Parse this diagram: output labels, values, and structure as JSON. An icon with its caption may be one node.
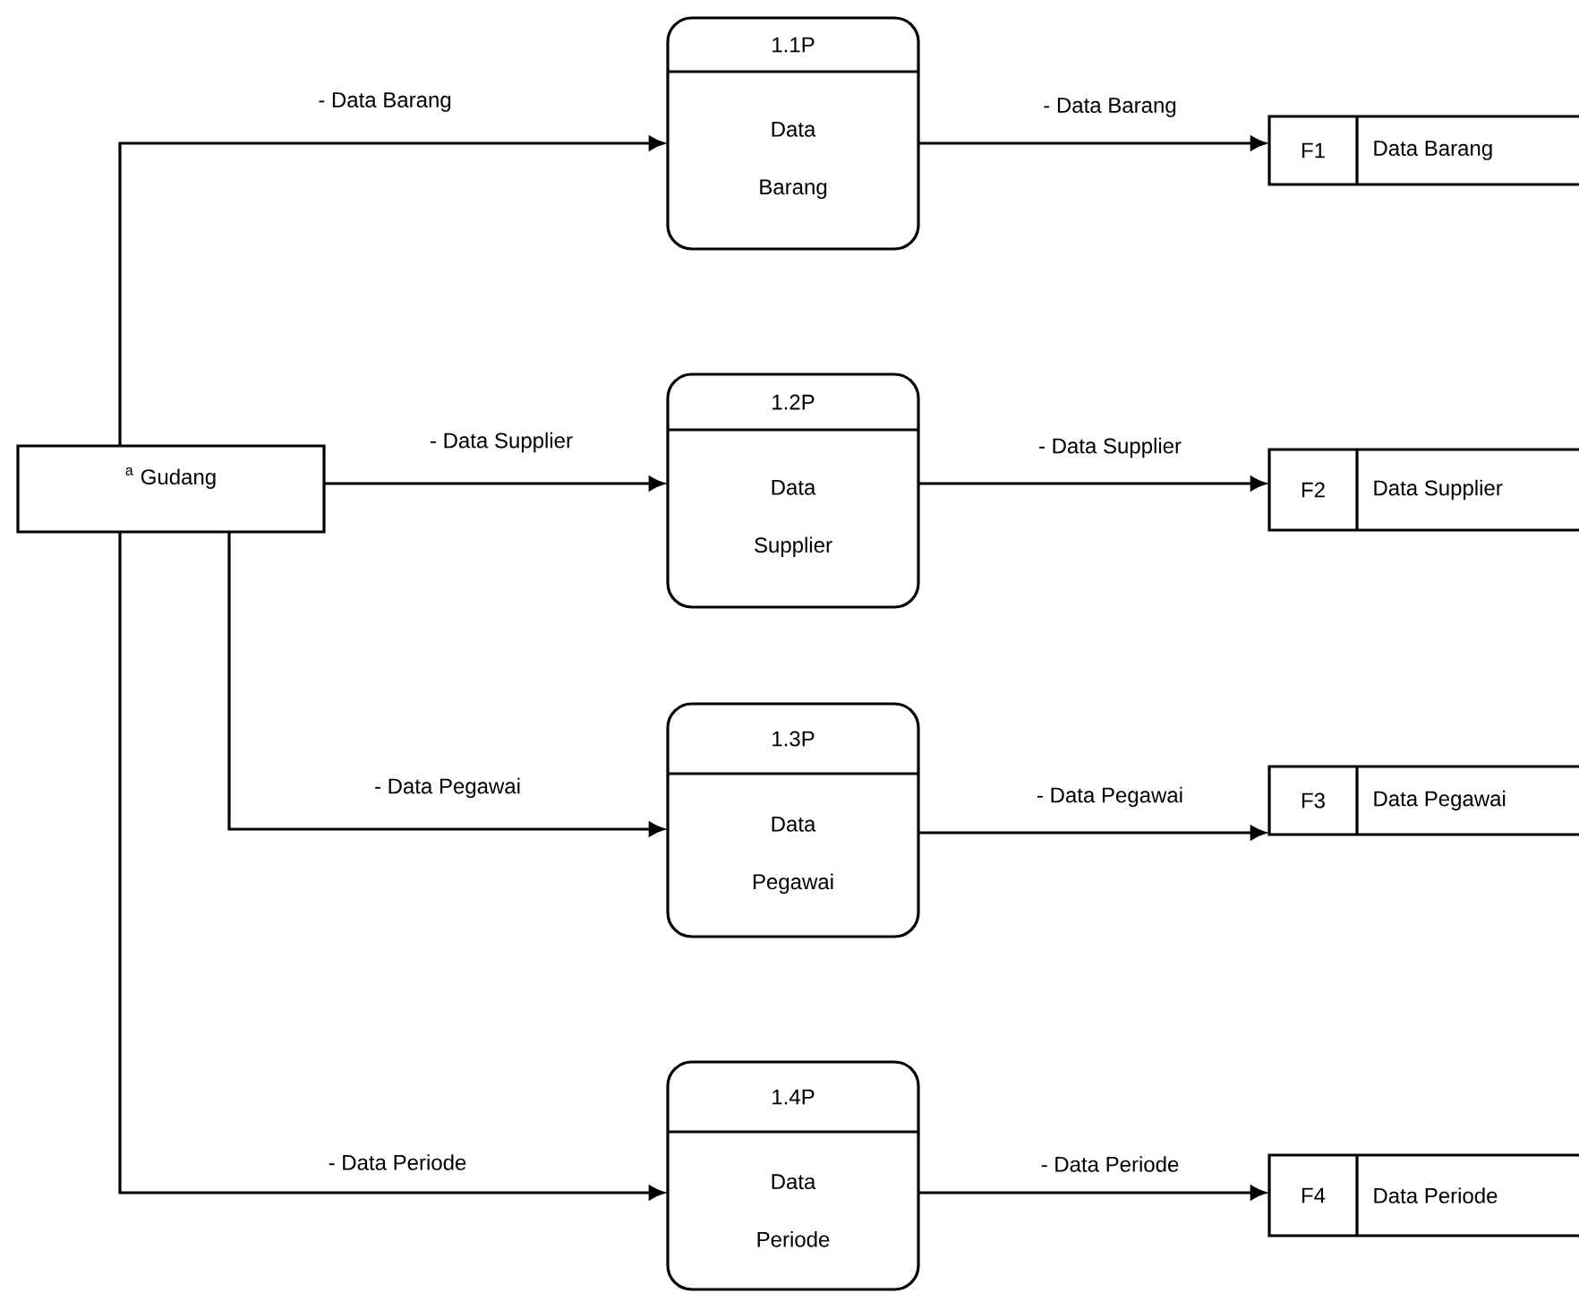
{
  "diagram": {
    "nodes": [
      {
        "text": [
          "$^{a}$ Gudang"
        ]
      },
      {
        "text": [
          "1.1P",
          "Data Barang"
        ]
      },
      {
        "text": [
          "1.2P",
          "Data Supplier"
        ]
      },
      {
        "text": [
          "1.3P",
          "Data Pegawai"
        ]
      },
      {
        "text": [
          "1.4P",
          "Data Periode"
        ]
      },
      {
        "text": [
          "F1",
          "Data Barang"
        ]
      },
      {
        "text": [
          "F2",
          "Data Supplier"
        ]
      },
      {
        "text": [
          "F3",
          "Data Pegawai"
        ]
      },
      {
        "text": [
          "F4",
          "Data Periode"
        ]
      }
    ],
    "edges": [
      {
        "from": 0,
        "to": 1,
        "arrow": "to",
        "label": "- Data Barang"
      },
      {
        "from": 0,
        "to": 2,
        "arrow": "to",
        "label": "- Data Supplier"
      },
      {
        "from": 0,
        "to": 3,
        "arrow": "to",
        "label": "- Data Pegawai"
      },
      {
        "from": 0,
        "to": 4,
        "arrow": "to",
        "label": "- Data Periode"
      },
      {
        "from": 1,
        "to": 5,
        "arrow": "to",
        "label": "- Data Barang"
      },
      {
        "from": 2,
        "to": 6,
        "arrow": "to",
        "label": "- Data Supplier"
      },
      {
        "from": 3,
        "to": 7,
        "arrow": "to",
        "label": "- Data Pegawai"
      },
      {
        "from": 4,
        "to": 8,
        "arrow": "to",
        "label": "- Data Periode"
      }
    ]
  }
}
